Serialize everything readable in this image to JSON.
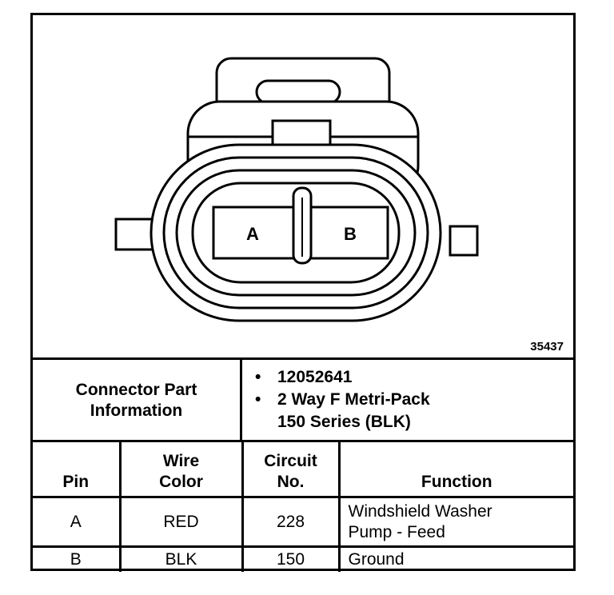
{
  "figure": {
    "number": "35437",
    "pin_labels": [
      "A",
      "B"
    ]
  },
  "connector": {
    "label_line1": "Connector Part",
    "label_line2": "Information",
    "details": [
      "12052641",
      "2 Way F Metri-Pack",
      "150 Series (BLK)"
    ]
  },
  "table": {
    "headers": {
      "pin": "Pin",
      "wire_color_1": "Wire",
      "wire_color_2": "Color",
      "circuit_1": "Circuit",
      "circuit_2": "No.",
      "function": "Function"
    },
    "rows": [
      {
        "pin": "A",
        "wire_color": "RED",
        "circuit": "228",
        "function_1": "Windshield Washer",
        "function_2": "Pump - Feed"
      },
      {
        "pin": "B",
        "wire_color": "BLK",
        "circuit": "150",
        "function_1": "Ground",
        "function_2": ""
      }
    ]
  }
}
